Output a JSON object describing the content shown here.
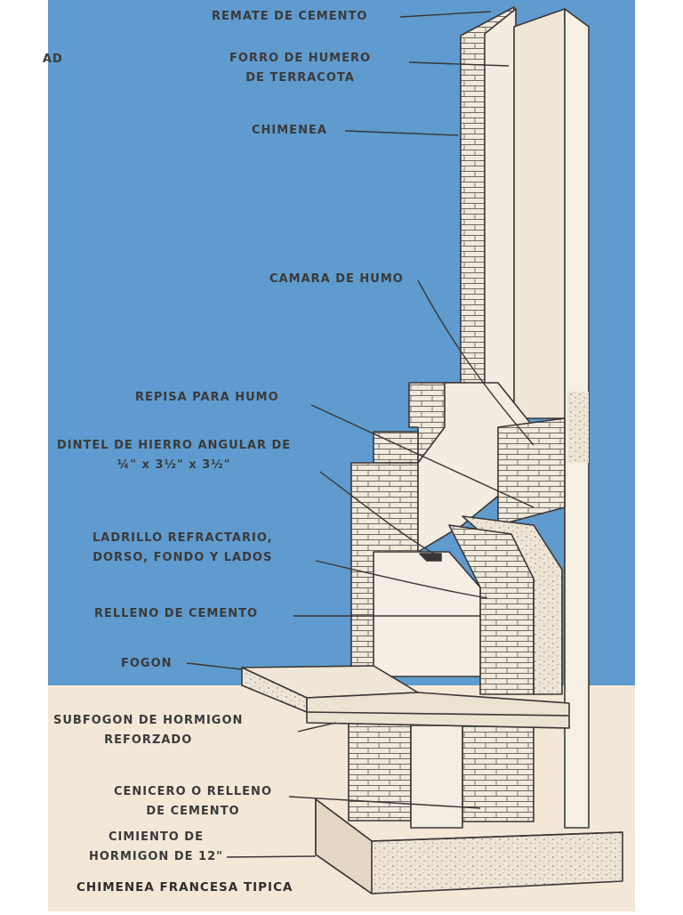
{
  "labels": {
    "cut_text": "AD",
    "remate": "REMATE DE CEMENTO",
    "forro_1": "FORRO DE HUMERO",
    "forro_2": "DE TERRACOTA",
    "chimenea": "CHIMENEA",
    "camara": "CAMARA DE HUMO",
    "repisa": "REPISA PARA HUMO",
    "dintel_1": "DINTEL DE HIERRO ANGULAR DE",
    "dintel_2": "¼\" x 3½\" x 3½\"",
    "ladrillo_1": "LADRILLO REFRACTARIO,",
    "ladrillo_2": "DORSO, FONDO Y LADOS",
    "relleno": "RELLENO DE CEMENTO",
    "fogon": "FOGON",
    "subfogon_1": "SUBFOGON DE HORMIGON",
    "subfogon_2": "REFORZADO",
    "cenicero_1": "CENICERO O RELLENO",
    "cenicero_2": "DE CEMENTO",
    "cimiento_1": "CIMIENTO DE",
    "cimiento_2": "HORMIGON DE 12\"",
    "caption": "CHIMENEA FRANCESA TIPICA"
  },
  "colors": {
    "sky": "#5f9bce",
    "ground": "#f3e8d8",
    "masonry": "#f1e9dc",
    "masonry_shade": "#e2d6c3",
    "line": "#3a3636",
    "text": "#3b3a3a"
  }
}
